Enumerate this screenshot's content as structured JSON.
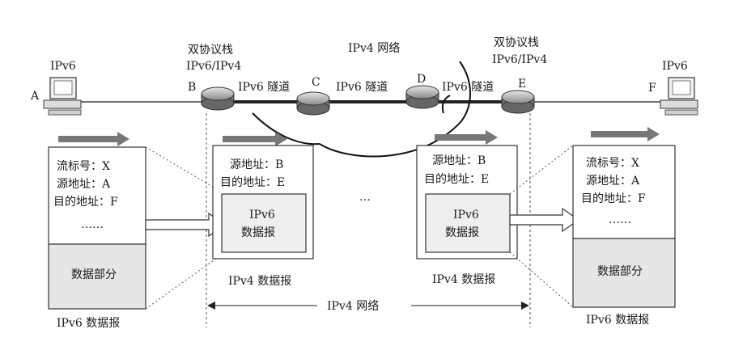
{
  "hosts": {
    "a": {
      "letter": "A",
      "label": "IPv6"
    },
    "f": {
      "letter": "F",
      "label": "IPv6"
    }
  },
  "routers": {
    "b": {
      "letter": "B",
      "label_line1": "双协议栈",
      "label_line2": "IPv6/IPv4"
    },
    "c": {
      "letter": "C"
    },
    "d": {
      "letter": "D"
    },
    "e": {
      "letter": "E",
      "label_line1": "双协议栈",
      "label_line2": "IPv6/IPv4"
    }
  },
  "links": {
    "tunnel_bc": "IPv6 隧道",
    "tunnel_cd": "IPv6 隧道",
    "tunnel_de": "IPv6 隧道",
    "cloud_label": "IPv4 网络"
  },
  "left_ipv6_packet": {
    "flow": "流标号：X",
    "src": "源地址：A",
    "dst": "目的地址：F",
    "ellipsis": "……",
    "payload": "数据部分",
    "caption": "IPv6 数据报"
  },
  "ipv4_packet_1": {
    "src": "源地址：B",
    "dst": "目的地址：E",
    "inner_line1": "IPv6",
    "inner_line2": "数据报",
    "caption": "IPv4 数据报"
  },
  "middle_ellipsis": "…",
  "ipv4_packet_2": {
    "src": "源地址：B",
    "dst": "目的地址：E",
    "inner_line1": "IPv6",
    "inner_line2": "数据报",
    "caption": "IPv4 数据报"
  },
  "right_ipv6_packet": {
    "flow": "流标号：X",
    "src": "源地址：A",
    "dst": "目的地址：F",
    "ellipsis": "……",
    "payload": "数据部分",
    "caption": "IPv6 数据报"
  },
  "ipv4_span_label": "IPv4 网络"
}
